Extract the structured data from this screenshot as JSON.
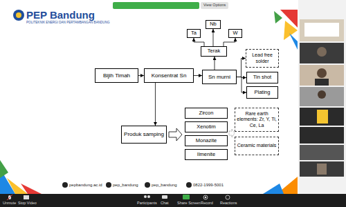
{
  "diagram": {
    "nodes": [
      {
        "text": [
          "Bijih Timah"
        ]
      },
      {
        "text": [
          "Konsentrat Sn"
        ]
      },
      {
        "text": [
          "Sn murni"
        ]
      },
      {
        "text": [
          "Terak"
        ]
      },
      {
        "text": [
          "Ta"
        ]
      },
      {
        "text": [
          "Nb"
        ]
      },
      {
        "text": [
          "W"
        ]
      },
      {
        "text": [
          "Lead free solder"
        ]
      },
      {
        "text": [
          "Tin shot"
        ]
      },
      {
        "text": [
          "Plating"
        ]
      },
      {
        "text": [
          "Produk samping"
        ]
      },
      {
        "text": [
          "Zircon"
        ]
      },
      {
        "text": [
          "Xenotim"
        ]
      },
      {
        "text": [
          "Monazite"
        ]
      },
      {
        "text": [
          "Ilmenite"
        ]
      },
      {
        "text": [
          "Rare earth elements: Zr, Y, Ti, Ce, La"
        ]
      },
      {
        "text": [
          "Ceramic materials"
        ]
      }
    ],
    "edges": [
      {
        "from": 0,
        "to": 1,
        "arrow": "to"
      },
      {
        "from": 1,
        "to": 2,
        "arrow": "to"
      },
      {
        "from": 2,
        "to": 3,
        "arrow": "to"
      },
      {
        "from": 3,
        "to": 4,
        "arrow": "to"
      },
      {
        "from": 3,
        "to": 5,
        "arrow": "to"
      },
      {
        "from": 3,
        "to": 6,
        "arrow": "to"
      },
      {
        "from": 2,
        "to": 7,
        "arrow": "to"
      },
      {
        "from": 2,
        "to": 8,
        "arrow": "to"
      },
      {
        "from": 2,
        "to": 9,
        "arrow": "to"
      },
      {
        "from": 1,
        "to": 10,
        "arrow": "to"
      }
    ],
    "labels": [
      "PEP Bandung",
      "POLITEKNIK ENERGI DAN PERTAMBANGAN BANDUNG",
      "View Options",
      "pepbandung.ac.id",
      "pep_bandung",
      "pep_bandung",
      "0822-1999-5001",
      "Unmute",
      "Stop Video",
      "Participants",
      "Chat",
      "Share Screen",
      "Record",
      "Reactions"
    ]
  }
}
